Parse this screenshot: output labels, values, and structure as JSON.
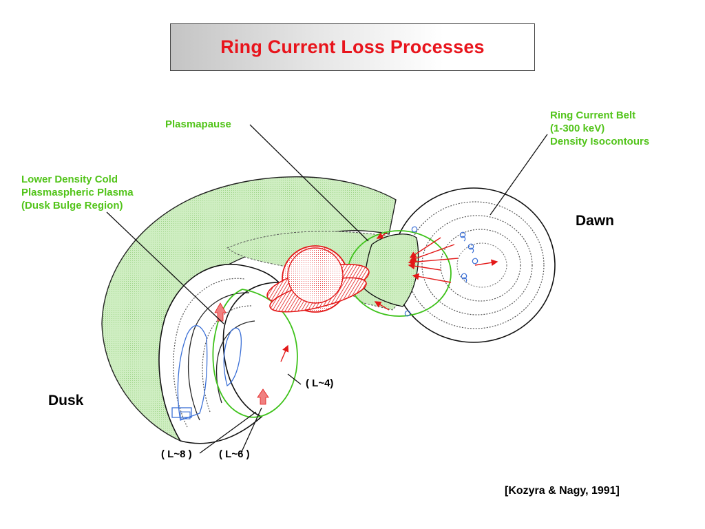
{
  "title": "Ring Current Loss Processes",
  "labels": {
    "plasmapause": "Plasmapause",
    "ring_current_belt": {
      "line1": "Ring Current Belt",
      "line2": "(1-300 keV)",
      "line3": "Density Isocontours"
    },
    "plasmasphere": {
      "line1": "Lower Density Cold",
      "line2": "Plasmaspheric Plasma",
      "line3": "(Dusk Bulge Region)"
    },
    "dawn": "Dawn",
    "dusk": "Dusk",
    "l4": "( L~4)",
    "l8": "( L~8 )",
    "l6": "( L~6 )",
    "citation": "[Kozyra & Nagy, 1991]"
  },
  "colors": {
    "title_text": "#e8141c",
    "label_green": "#52c41a",
    "plasma_fill": "#c9ebbc",
    "plasmapause_line": "#3ec21a",
    "earth_red": "#e31818",
    "ion_blue": "#3a6fd6"
  }
}
